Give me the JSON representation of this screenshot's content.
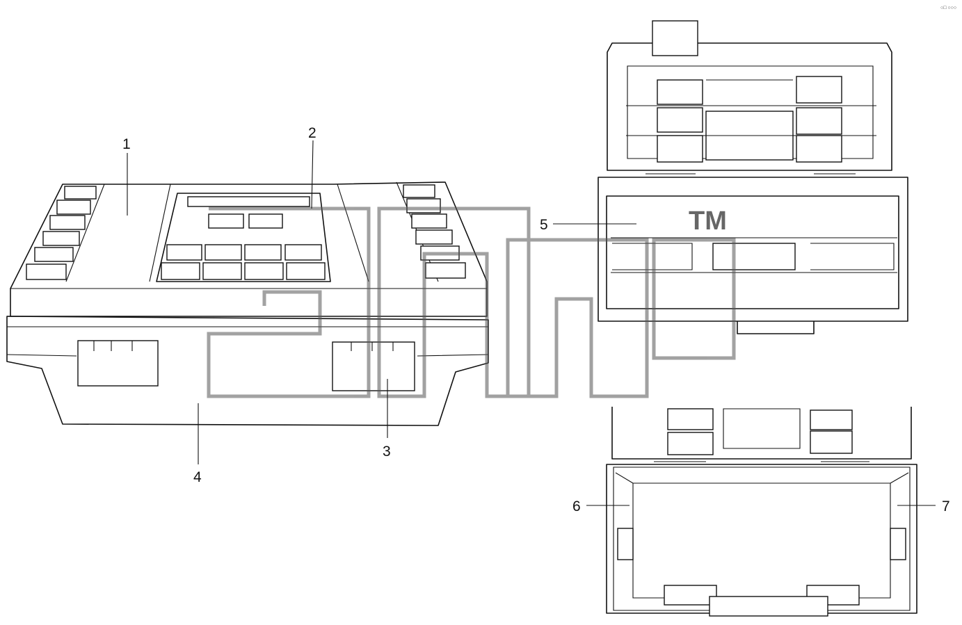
{
  "callouts": [
    "1",
    "2",
    "3",
    "4",
    "5",
    "6",
    "7"
  ],
  "trademark": "TM",
  "corner_code": "○□ ○○○",
  "watermark": "апр"
}
